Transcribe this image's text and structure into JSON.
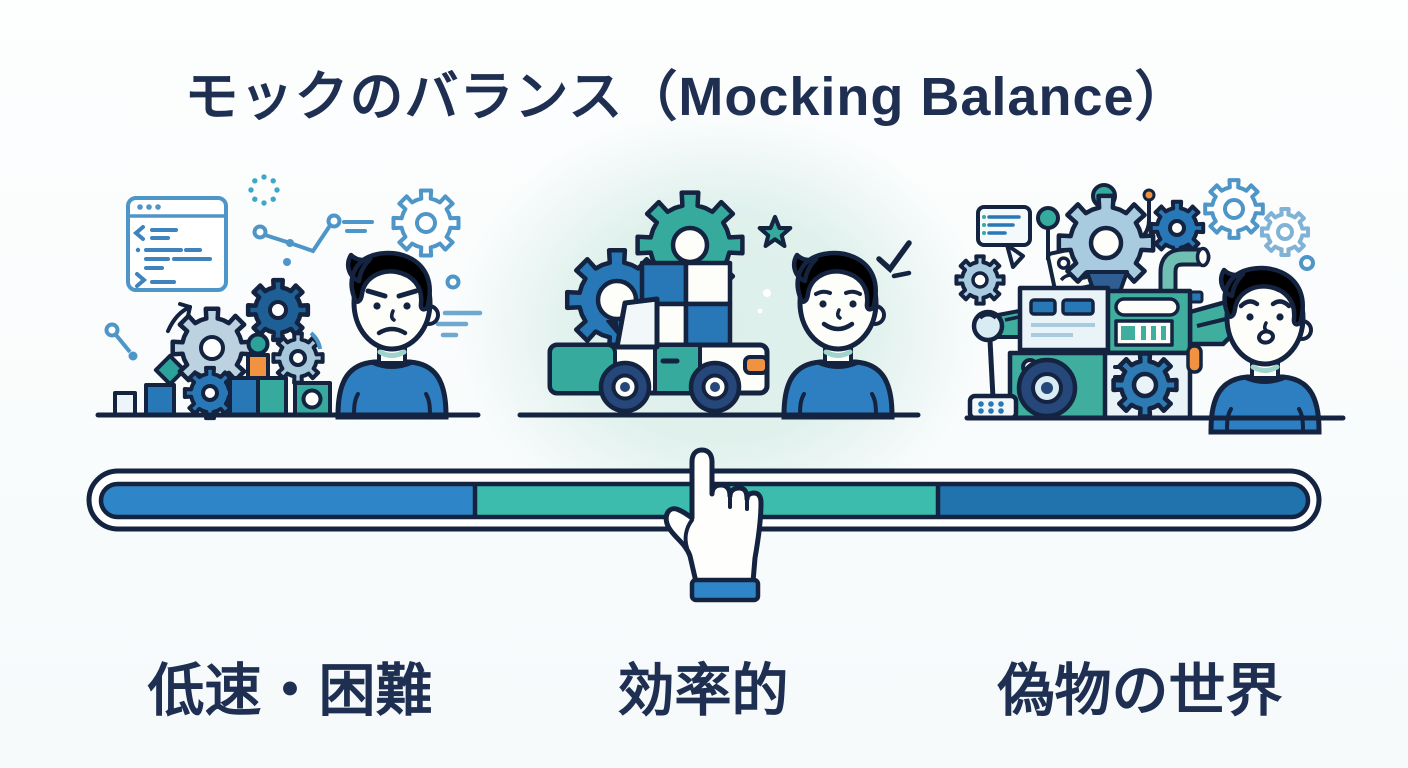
{
  "title": "モックのバランス（Mocking Balance）",
  "scenes": [
    {
      "id": "no-mocking",
      "caption": "低速・困難",
      "person_mood": "frustrated",
      "icons": [
        "code-window-icon",
        "loading-dots-icon",
        "line-chart-icon",
        "gear-outline-icon",
        "commit-doodle-icon",
        "arrow-icon",
        "speed-lines-icon",
        "blocks-and-gears-pile",
        "frustrated-developer"
      ]
    },
    {
      "id": "balanced-mocking",
      "caption": "効率的",
      "person_mood": "happy",
      "highlight_glow": "#DCEFEA",
      "icons": [
        "gears-icon",
        "blocks-stack-icon",
        "truck-icon",
        "star-icon",
        "checkmark-icon",
        "happy-developer"
      ]
    },
    {
      "id": "over-mocking",
      "caption": "偽物の世界",
      "person_mood": "worried",
      "icons": [
        "speech-bubble-icon",
        "antenna-icon",
        "gears-icon",
        "machine-icon",
        "pipe-icon",
        "lever-icon",
        "worried-developer"
      ]
    }
  ],
  "slider": {
    "segments": [
      {
        "name": "slow-difficult",
        "color": "#2E86C9",
        "fraction": 0.31
      },
      {
        "name": "efficient",
        "color": "#3CBCAC",
        "fraction": 0.38
      },
      {
        "name": "fake-world",
        "color": "#2173AE",
        "fraction": 0.31
      }
    ],
    "pointer": {
      "icon": "hand-pointer-icon",
      "position_fraction": 0.5,
      "cuff_color": "#2E86C9"
    }
  },
  "colors": {
    "title_text": "#1E2F52",
    "outline_navy": "#14233F",
    "blue": "#2E86C9",
    "teal": "#3CBCAC",
    "dark_blue": "#2173AE",
    "mid_blue": "#2878B8",
    "orange": "#F0923F",
    "pale_gear": "#BCD2E0",
    "doodle_blue": "#4E95C8",
    "glow": "#DCEFEA",
    "background": "#FBFDFD"
  }
}
